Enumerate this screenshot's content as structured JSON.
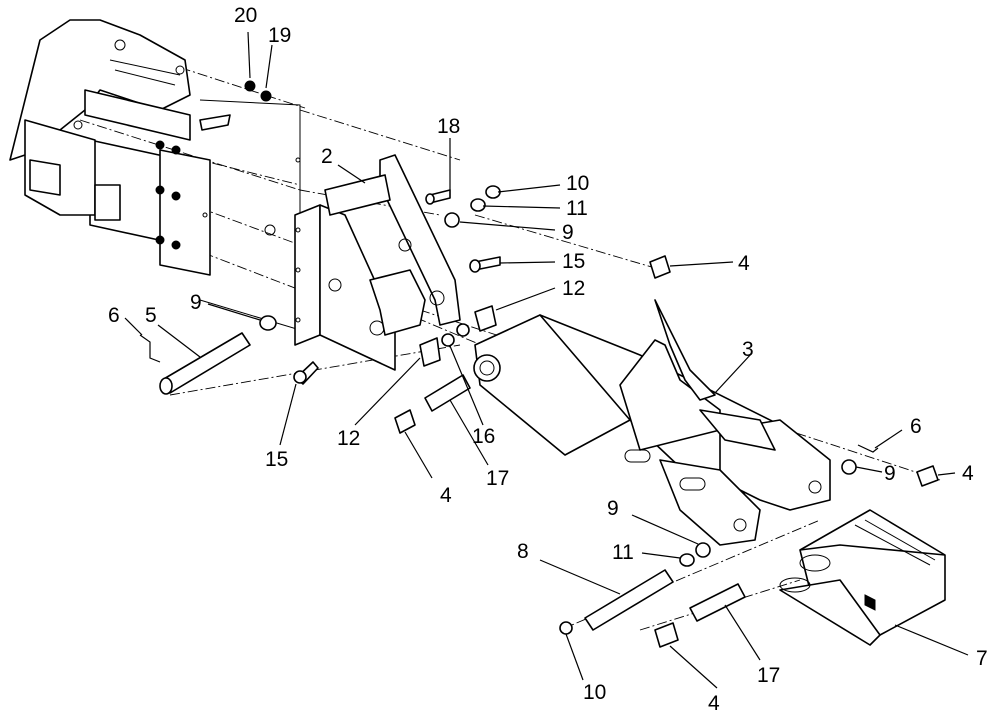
{
  "callouts": [
    {
      "id": "c20a",
      "text": "20"
    },
    {
      "id": "c19",
      "text": "19"
    },
    {
      "id": "c18",
      "text": "18"
    },
    {
      "id": "c2",
      "text": "2"
    },
    {
      "id": "c10a",
      "text": "10"
    },
    {
      "id": "c11a",
      "text": "11"
    },
    {
      "id": "c9a",
      "text": "9"
    },
    {
      "id": "c15a",
      "text": "15"
    },
    {
      "id": "c12a",
      "text": "12"
    },
    {
      "id": "c4a",
      "text": "4"
    },
    {
      "id": "c9b",
      "text": "9"
    },
    {
      "id": "c6a",
      "text": "6"
    },
    {
      "id": "c5",
      "text": "5"
    },
    {
      "id": "c3",
      "text": "3"
    },
    {
      "id": "c15b",
      "text": "15"
    },
    {
      "id": "c12b",
      "text": "12"
    },
    {
      "id": "c16",
      "text": "16"
    },
    {
      "id": "c4b",
      "text": "4"
    },
    {
      "id": "c17a",
      "text": "17"
    },
    {
      "id": "c6b",
      "text": "6"
    },
    {
      "id": "c9c",
      "text": "9"
    },
    {
      "id": "c4c",
      "text": "4"
    },
    {
      "id": "c9d",
      "text": "9"
    },
    {
      "id": "c11b",
      "text": "11"
    },
    {
      "id": "c8",
      "text": "8"
    },
    {
      "id": "c10b",
      "text": "10"
    },
    {
      "id": "c4d",
      "text": "4"
    },
    {
      "id": "c17b",
      "text": "17"
    },
    {
      "id": "c7",
      "text": "7"
    }
  ]
}
